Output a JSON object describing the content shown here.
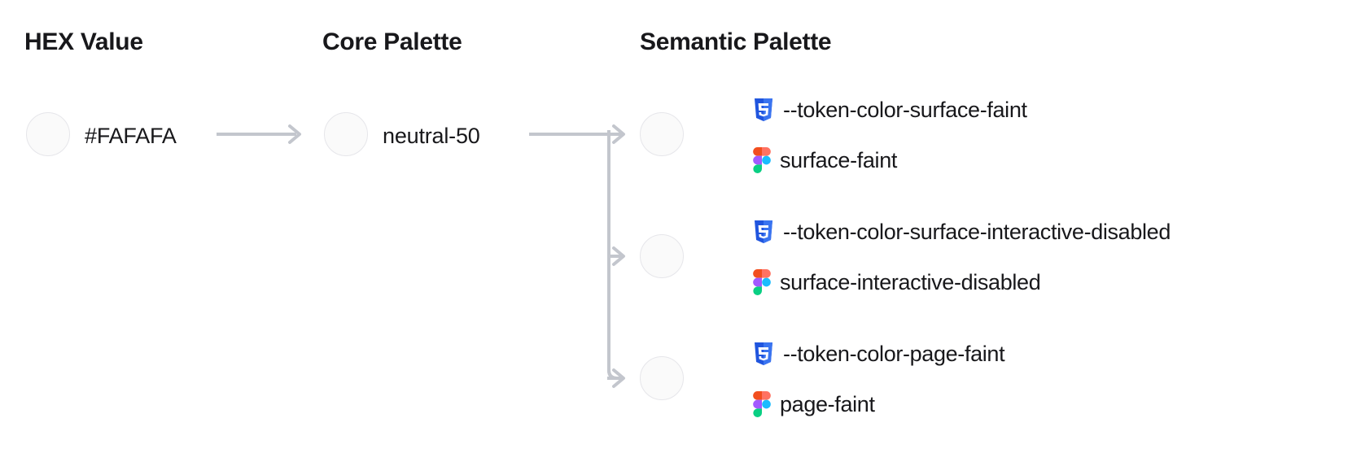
{
  "diagram": {
    "title": "Design token mapping: HEX value to core palette to semantic palette",
    "background_color": "#FFFFFF",
    "connector_color": "#C3C6CD",
    "text_color": "#18181B",
    "swatch_fill": "#FAFAFA",
    "swatch_border": "#E6E6EA"
  },
  "columns": [
    {
      "key": "hex",
      "heading": "HEX Value"
    },
    {
      "key": "core",
      "heading": "Core Palette"
    },
    {
      "key": "semantic",
      "heading": "Semantic Palette"
    }
  ],
  "hex": {
    "heading": "HEX Value",
    "swatch_name": "hex-swatch",
    "value": "#FAFAFA"
  },
  "core": {
    "heading": "Core Palette",
    "swatch_name": "core-swatch",
    "value": "neutral-50"
  },
  "semantic": {
    "heading": "Semantic Palette",
    "items": [
      {
        "swatch_name": "semantic-swatch-surface-faint",
        "css_icon": "css3-icon",
        "css_token": "--token-color-surface-faint",
        "figma_icon": "figma-icon",
        "figma_token": "surface-faint"
      },
      {
        "swatch_name": "semantic-swatch-surface-interactive-disabled",
        "css_icon": "css3-icon",
        "css_token": "--token-color-surface-interactive-disabled",
        "figma_icon": "figma-icon",
        "figma_token": "surface-interactive-disabled"
      },
      {
        "swatch_name": "semantic-swatch-page-faint",
        "css_icon": "css3-icon",
        "css_token": "--token-color-page-faint",
        "figma_icon": "figma-icon",
        "figma_token": "page-faint"
      }
    ]
  },
  "icon_colors": {
    "css3_shield_dark": "#2055DE",
    "css3_shield_light": "#3A74F0",
    "css3_glyph": "#FFFFFF",
    "figma_red": "#F24E1E",
    "figma_orange": "#FF7262",
    "figma_purple": "#A259FF",
    "figma_blue": "#1ABCFE",
    "figma_green": "#0ACF83"
  }
}
